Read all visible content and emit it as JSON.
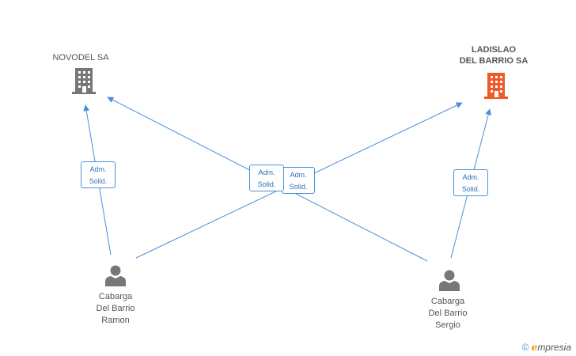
{
  "companies": [
    {
      "id": "novodel",
      "name": "NOVODEL SA",
      "lines": [
        "NOVODEL SA"
      ],
      "color": "#777777"
    },
    {
      "id": "ladislao",
      "name": "LADISLAO DEL BARRIO SA",
      "lines": [
        "LADISLAO",
        "DEL BARRIO SA"
      ],
      "color": "#f05a28"
    }
  ],
  "persons": [
    {
      "id": "ramon",
      "lines": [
        "Cabarga",
        "Del Barrio",
        "Ramon"
      ]
    },
    {
      "id": "sergio",
      "lines": [
        "Cabarga",
        "Del Barrio",
        "Sergio"
      ]
    }
  ],
  "roles": [
    {
      "id": "r1",
      "lines": [
        "Adm.",
        "Solid."
      ]
    },
    {
      "id": "r2",
      "lines": [
        "Adm.",
        "Solid."
      ]
    },
    {
      "id": "r3",
      "lines": [
        "Adm.",
        "Solid."
      ]
    },
    {
      "id": "r4",
      "lines": [
        "Adm.",
        "Solid."
      ]
    }
  ],
  "footer": {
    "copyright": "©",
    "brand_initial": "e",
    "brand_rest": "mpresia"
  },
  "colors": {
    "edge": "#4a90d9",
    "person_icon": "#777777",
    "text": "#555555"
  }
}
